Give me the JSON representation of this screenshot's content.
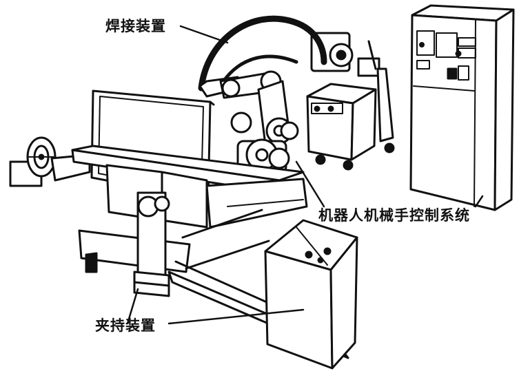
{
  "diagram": {
    "type": "illustration",
    "subject": "robotic welding workstation",
    "labels": {
      "welding_device": "焊接装置",
      "robot_control_system": "机器人机械手控制系统",
      "clamping_device": "夹持装置"
    },
    "colors": {
      "line": "#111111",
      "background": "#ffffff"
    }
  }
}
